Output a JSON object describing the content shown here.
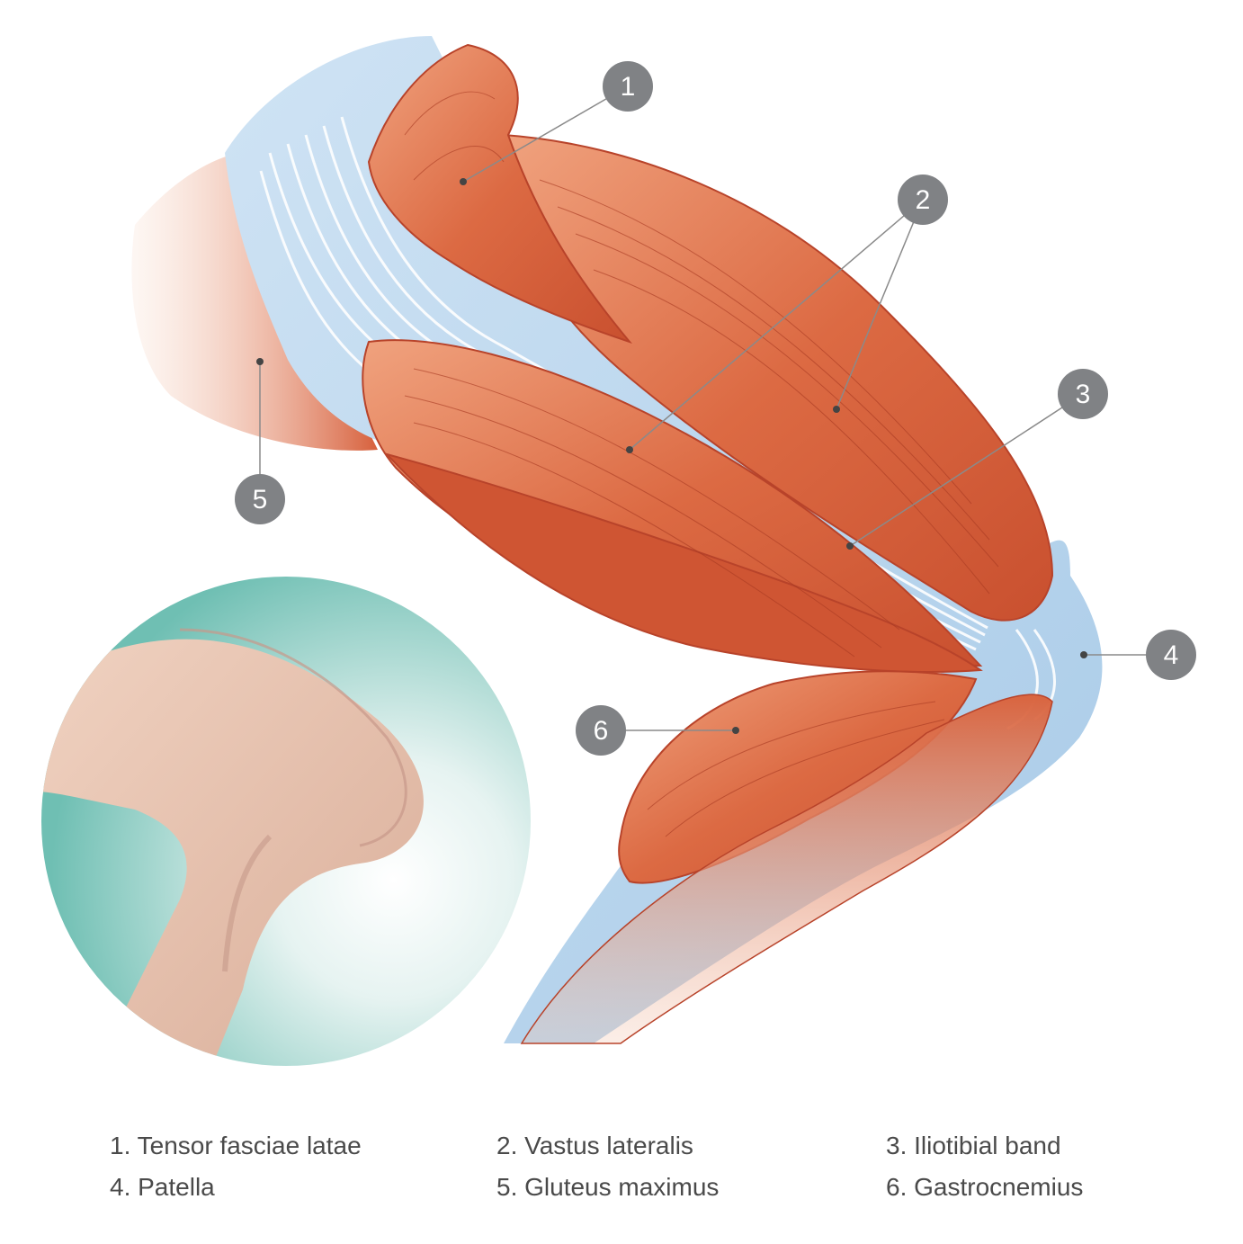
{
  "markers": [
    {
      "id": 1,
      "label": "1"
    },
    {
      "id": 2,
      "label": "2"
    },
    {
      "id": 3,
      "label": "3"
    },
    {
      "id": 4,
      "label": "4"
    },
    {
      "id": 5,
      "label": "5"
    },
    {
      "id": 6,
      "label": "6"
    }
  ],
  "legend": [
    "1. Tensor fasciae latae",
    "2. Vastus lateralis",
    "3. Iliotibial band",
    "4. Patella",
    "5. Gluteus maximus",
    "6. Gastrocnemius"
  ],
  "colors": {
    "muscle": "#d9643f",
    "muscle_dark": "#b8432a",
    "muscle_light": "#f2a27f",
    "fascia": "#b9d6ee",
    "inset_teal": "#7cc4b9",
    "skin": "#e8c2ad",
    "marker": "#808285",
    "legend_text": "#4a4a4a"
  }
}
